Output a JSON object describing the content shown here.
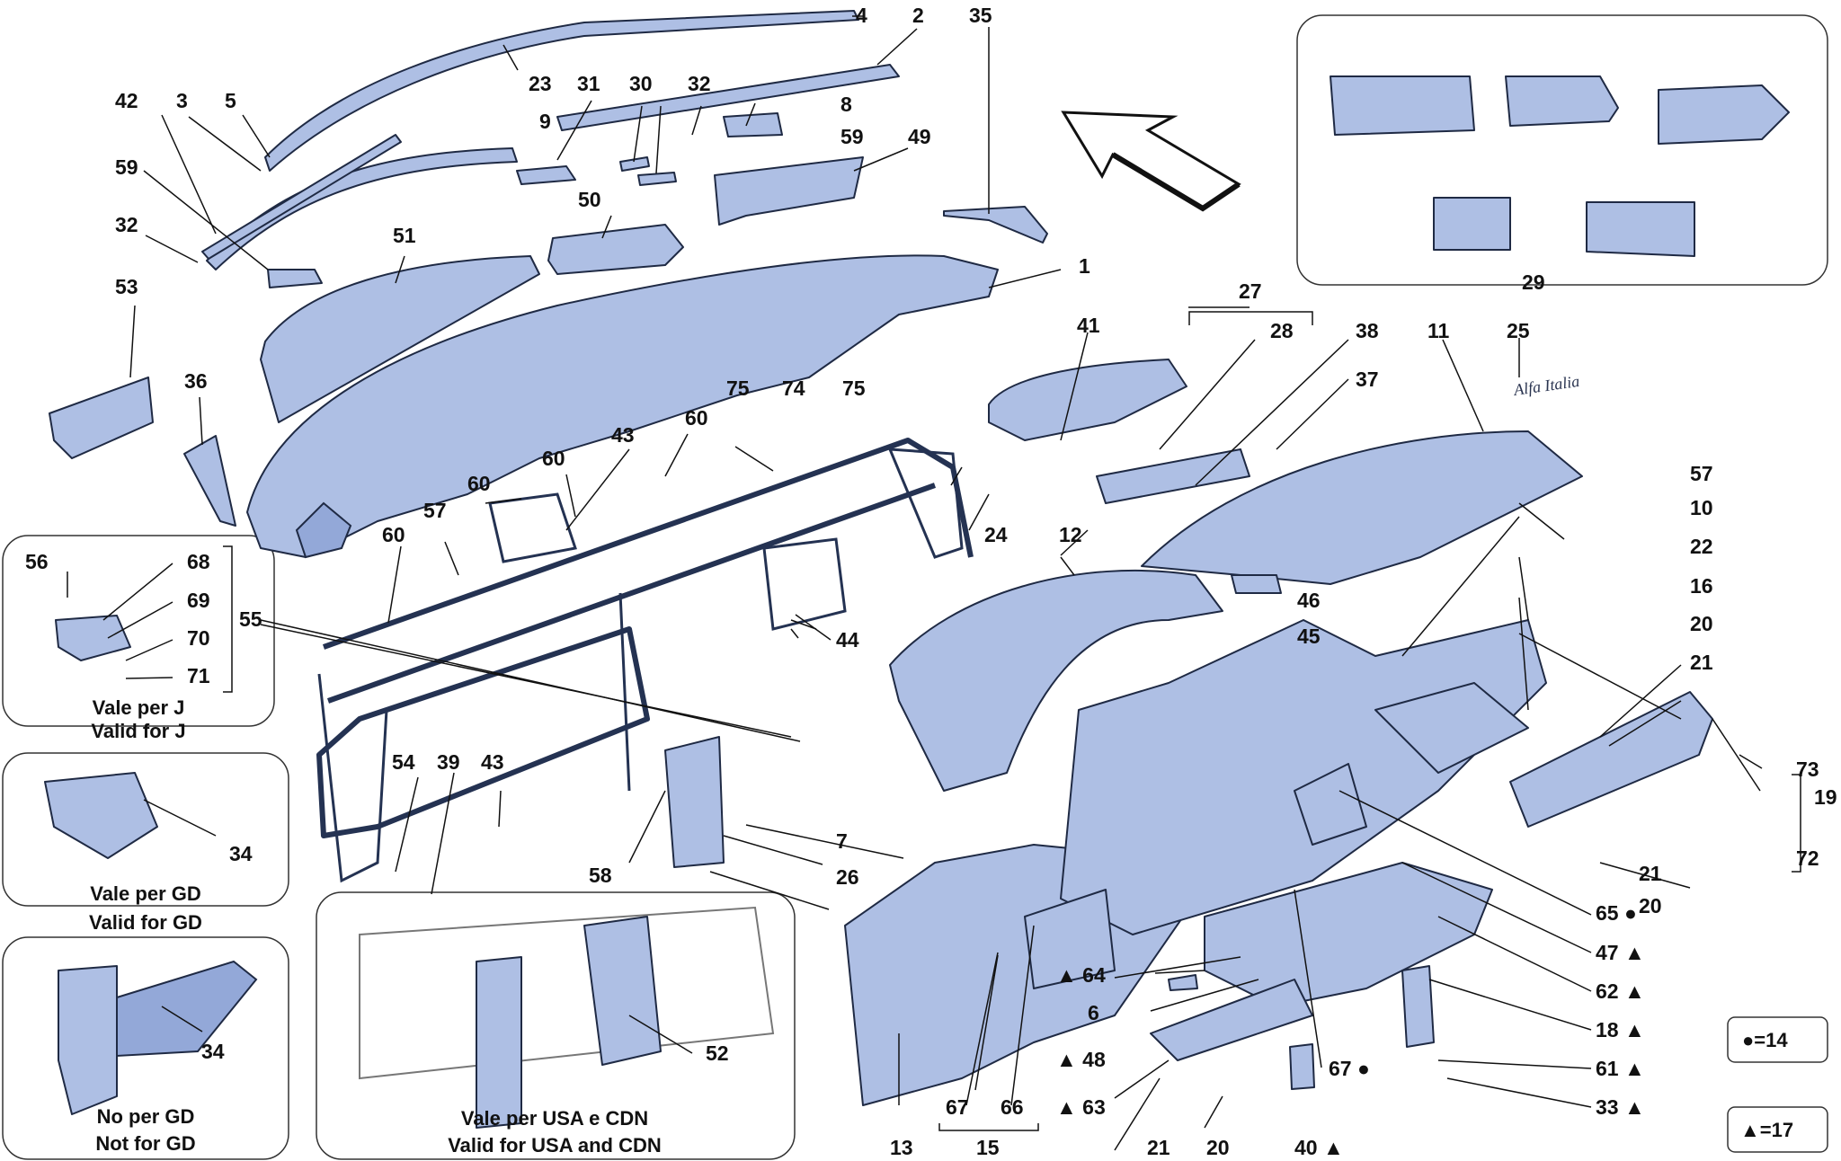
{
  "callouts": {
    "n1": "1",
    "n2": "2",
    "n3": "3",
    "n4": "4",
    "n5": "5",
    "n6": "6",
    "n7": "7",
    "n8": "8",
    "n9": "9",
    "n10": "10",
    "n11": "11",
    "n12": "12",
    "n13": "13",
    "n15": "15",
    "n16": "16",
    "n18": "18 ▲",
    "n19": "19",
    "n20a": "20",
    "n20b": "20",
    "n20c": "20",
    "n21a": "21",
    "n21b": "21",
    "n21c": "21",
    "n22": "22",
    "n23": "23",
    "n24": "24",
    "n25": "25",
    "n26": "26",
    "n27": "27",
    "n28": "28",
    "n29": "29",
    "n30": "30",
    "n31": "31",
    "n32a": "32",
    "n32b": "32",
    "n33": "33 ▲",
    "n34a": "34",
    "n34b": "34",
    "n35": "35",
    "n36": "36",
    "n37": "37",
    "n38": "38",
    "n39": "39",
    "n40": "40 ▲",
    "n41": "41",
    "n42": "42",
    "n43a": "43",
    "n43b": "43",
    "n44": "44",
    "n45": "45",
    "n46": "46",
    "n47": "47 ▲",
    "n48": "▲ 48",
    "n49": "49",
    "n50": "50",
    "n51": "51",
    "n52": "52",
    "n53": "53",
    "n54": "54",
    "n55": "55",
    "n56": "56",
    "n57a": "57",
    "n57b": "57",
    "n58": "58",
    "n59a": "59",
    "n59b": "59",
    "n60a": "60",
    "n60b": "60",
    "n60c": "60",
    "n60d": "60",
    "n61": "61 ▲",
    "n62": "62 ▲",
    "n63": "▲ 63",
    "n64": "▲ 64",
    "n65": "65 ●",
    "n66": "66",
    "n67a": "67",
    "n67b": "67 ●",
    "n68": "68",
    "n69": "69",
    "n70": "70",
    "n71": "71",
    "n72": "72",
    "n73": "73",
    "n74": "74",
    "n75a": "75",
    "n75b": "75"
  },
  "captions": {
    "inset_j_line1": "Vale per J",
    "inset_j_line2": "Valid for J",
    "inset_gd_line1": "Vale per GD",
    "inset_gd_line2": "Valid for GD",
    "inset_notgd_line1": "No per GD",
    "inset_notgd_line2": "Not for GD",
    "inset_usa_line1": "Vale per USA e CDN",
    "inset_usa_line2": "Valid for USA and CDN"
  },
  "badge_text": "Alfa Italia",
  "legend": {
    "circle": "●=14",
    "triangle": "▲=17"
  },
  "colors": {
    "part_fill": "#aebfe4",
    "outline": "#1f2a44",
    "background": "#ffffff"
  }
}
